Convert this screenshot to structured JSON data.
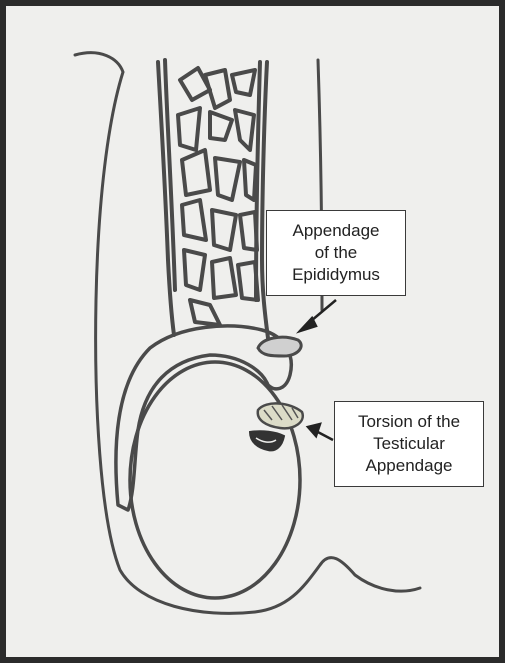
{
  "labels": {
    "appendage_epididymus": {
      "lines": [
        "Appendage",
        "of the",
        "Epididymus"
      ]
    },
    "torsion_testicular_appendage": {
      "lines": [
        "Torsion of the",
        "Testicular",
        "Appendage"
      ]
    }
  },
  "colors": {
    "frame": "#2b2b2b",
    "paper": "#efefed",
    "ink": "#4a4a4a",
    "ink_dark": "#333333",
    "label_border": "#3a3a3a"
  },
  "icons": {
    "arrow": "arrow-icon"
  }
}
